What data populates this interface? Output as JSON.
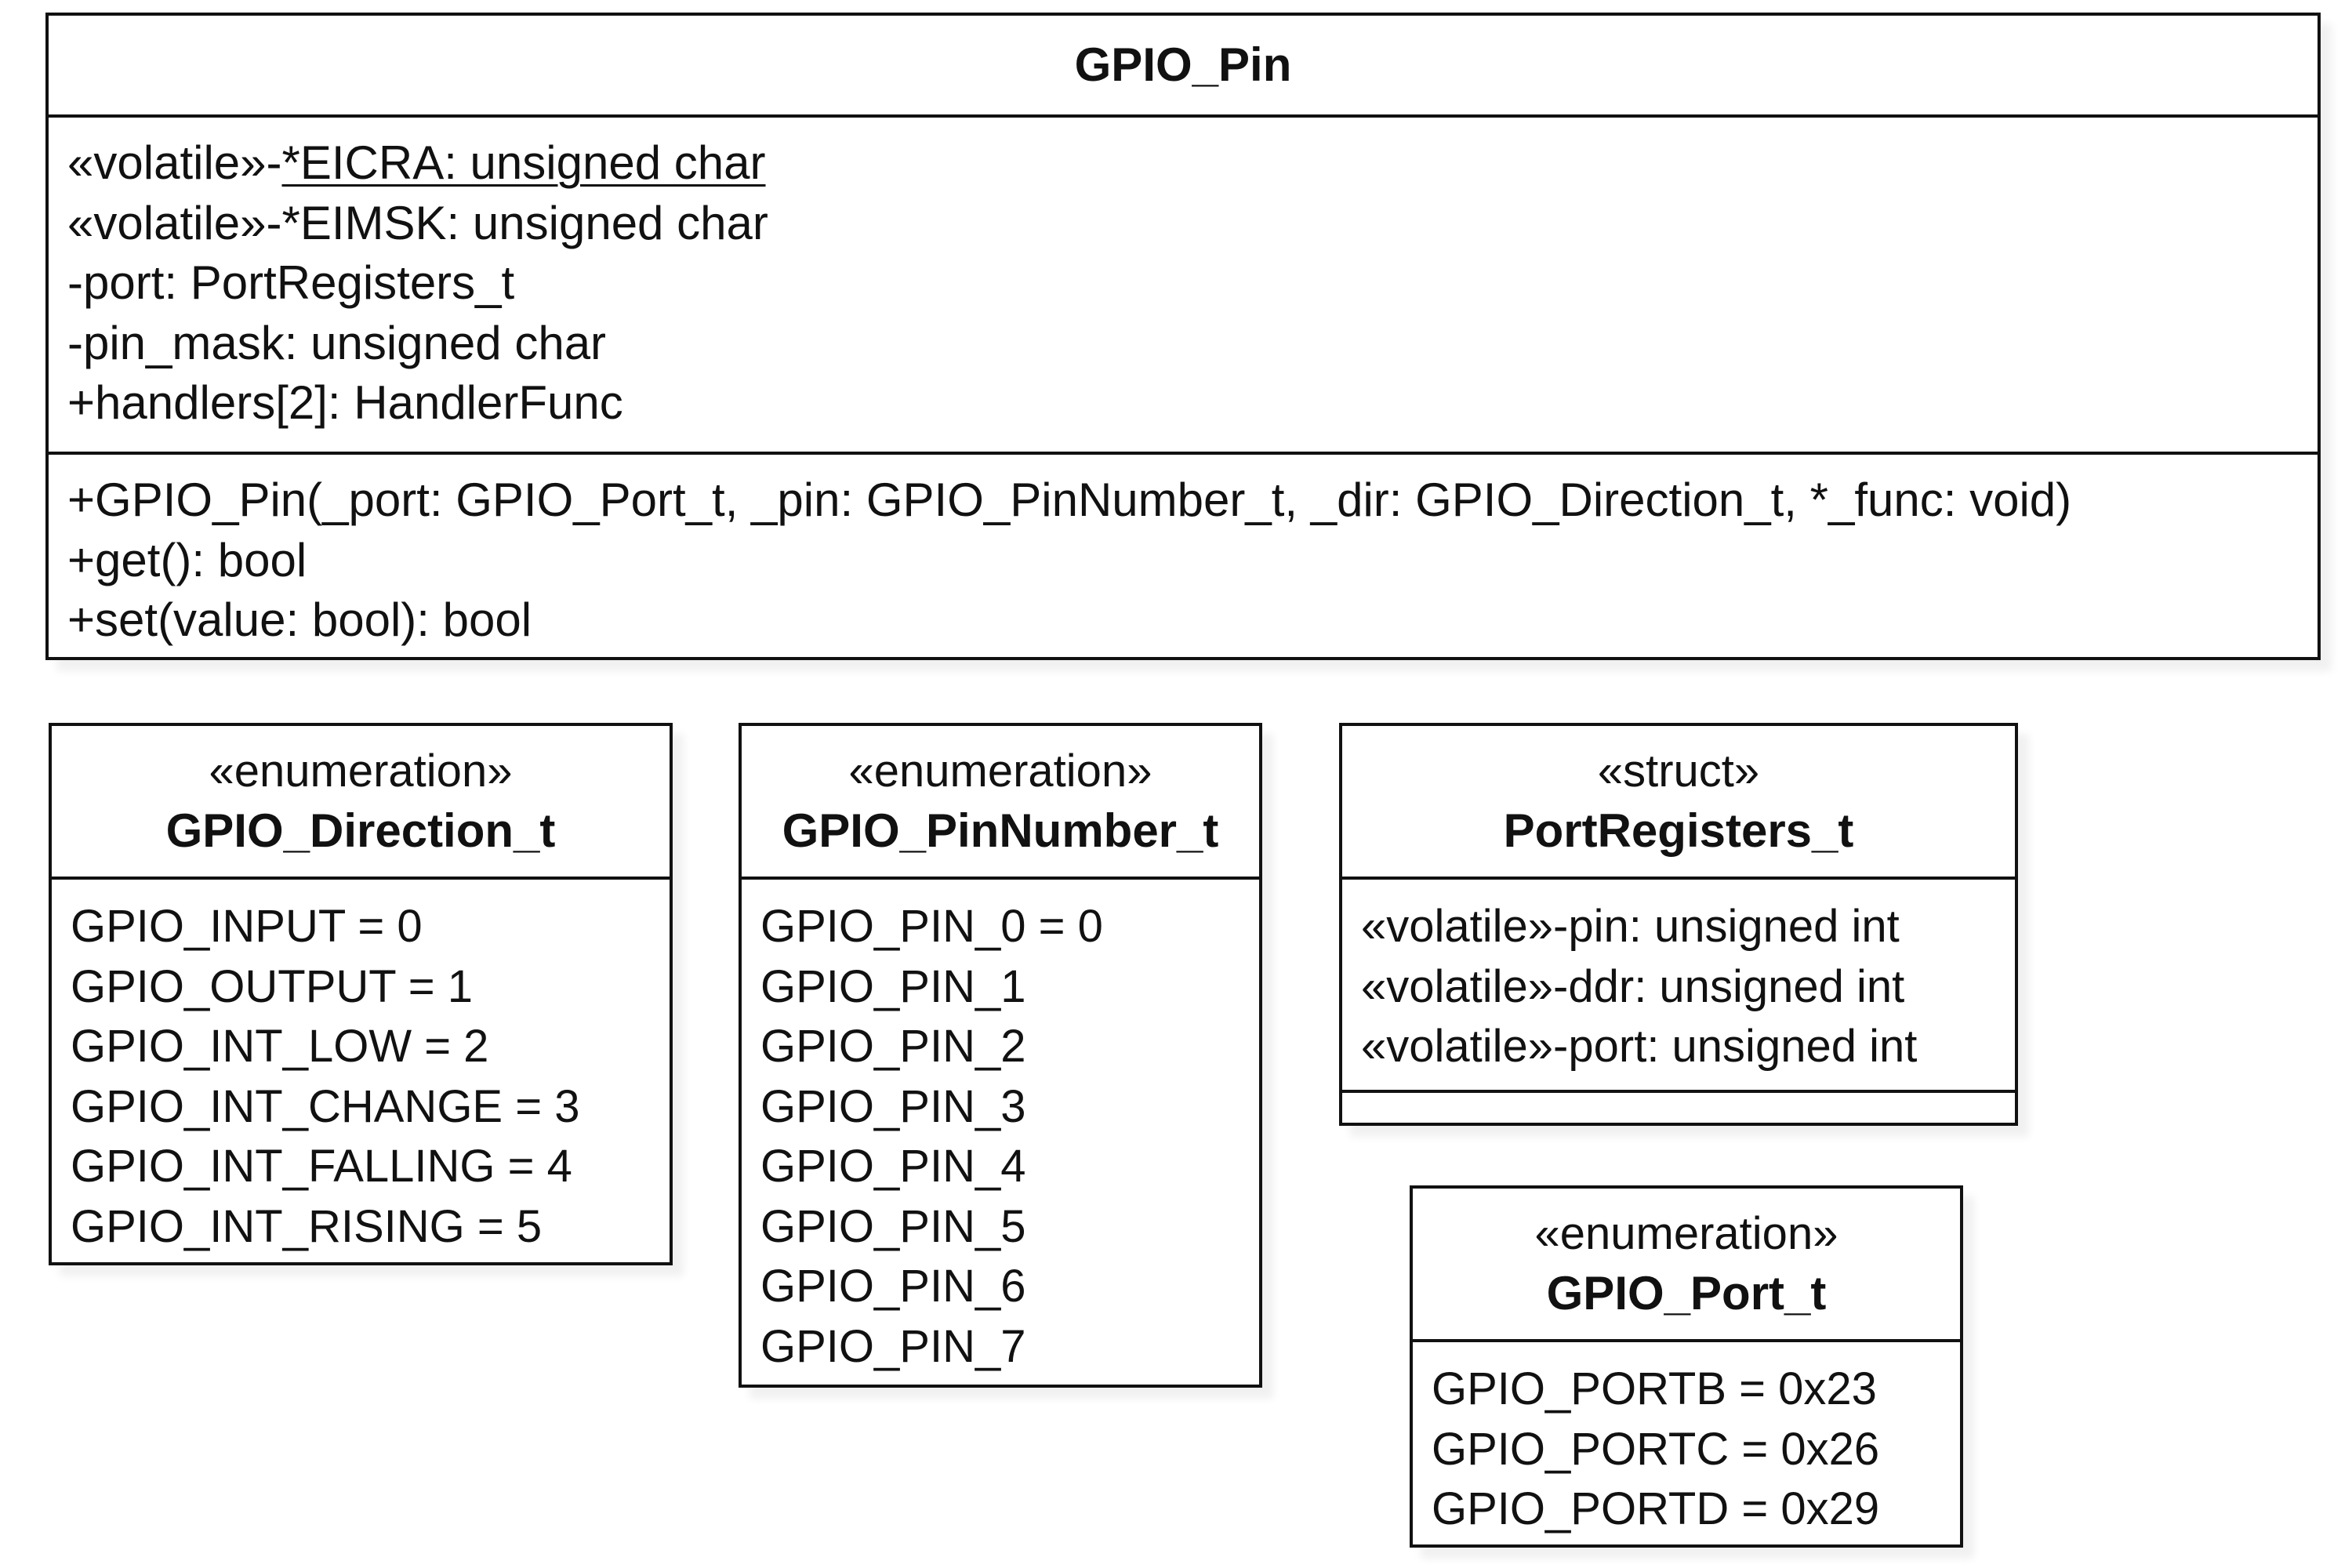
{
  "classes": {
    "gpio_pin": {
      "name": "GPIO_Pin",
      "attributes": [
        {
          "prefix": "«volatile»-",
          "rest": "*EICRA: unsigned char"
        },
        {
          "text": "«volatile»-*EIMSK: unsigned char"
        },
        {
          "text": "-port: PortRegisters_t"
        },
        {
          "text": "-pin_mask: unsigned char"
        },
        {
          "text": "+handlers[2]: HandlerFunc"
        }
      ],
      "operations": [
        "+GPIO_Pin(_port: GPIO_Port_t, _pin: GPIO_PinNumber_t, _dir: GPIO_Direction_t, *_func: void)",
        "+get(): bool",
        "+set(value: bool): bool"
      ]
    },
    "gpio_direction": {
      "stereotype": "«enumeration»",
      "name": "GPIO_Direction_t",
      "literals": [
        "GPIO_INPUT = 0",
        "GPIO_OUTPUT = 1",
        "GPIO_INT_LOW = 2",
        "GPIO_INT_CHANGE = 3",
        "GPIO_INT_FALLING = 4",
        "GPIO_INT_RISING = 5"
      ]
    },
    "gpio_pinnumber": {
      "stereotype": "«enumeration»",
      "name": "GPIO_PinNumber_t",
      "literals": [
        "GPIO_PIN_0 = 0",
        "GPIO_PIN_1",
        "GPIO_PIN_2",
        "GPIO_PIN_3",
        "GPIO_PIN_4",
        "GPIO_PIN_5",
        "GPIO_PIN_6",
        "GPIO_PIN_7"
      ]
    },
    "port_registers": {
      "stereotype": "«struct»",
      "name": "PortRegisters_t",
      "attributes": [
        "«volatile»-pin: unsigned int",
        "«volatile»-ddr: unsigned int",
        "«volatile»-port: unsigned int"
      ]
    },
    "gpio_port": {
      "stereotype": "«enumeration»",
      "name": "GPIO_Port_t",
      "literals": [
        "GPIO_PORTB = 0x23",
        "GPIO_PORTC = 0x26",
        "GPIO_PORTD = 0x29"
      ]
    }
  }
}
